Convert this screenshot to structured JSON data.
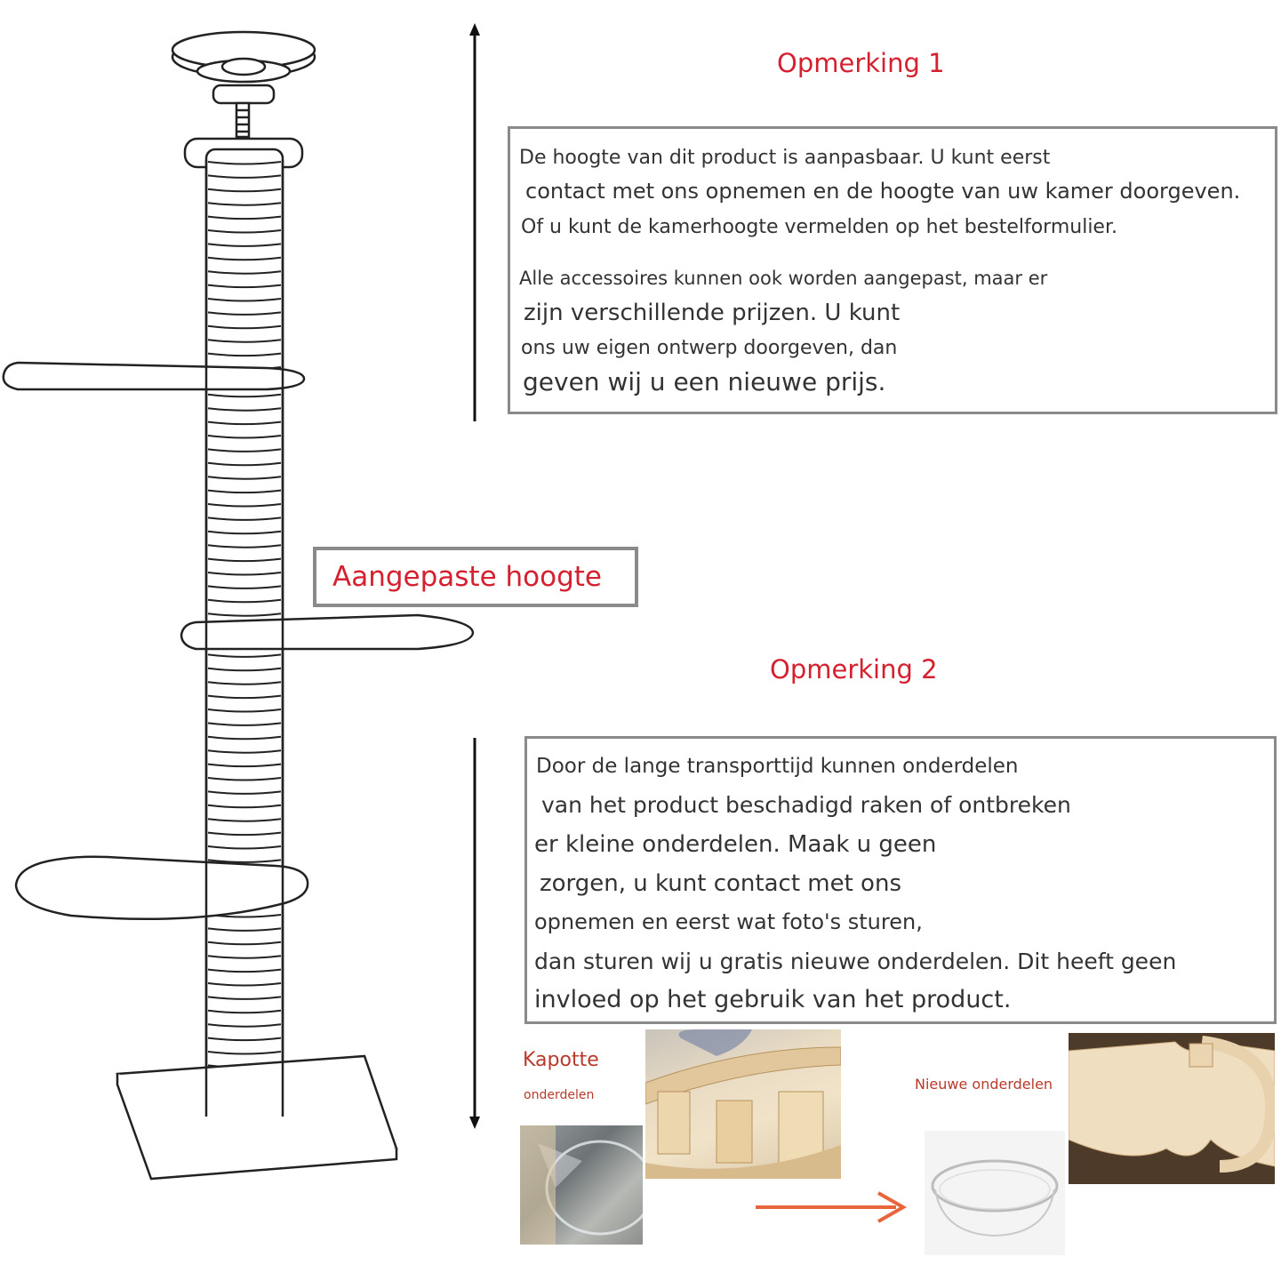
{
  "remark1": {
    "title": "Opmerking 1",
    "lines": [
      "De hoogte van dit product is aanpasbaar. U kunt eerst",
      "contact met ons opnemen en de hoogte van uw kamer doorgeven.",
      "Of u kunt de kamerhoogte vermelden op het bestelformulier.",
      "Alle accessoires kunnen ook worden aangepast, maar er",
      "zijn verschillende prijzen. U kunt",
      "ons uw eigen ontwerp doorgeven, dan",
      "geven wij u een nieuwe prijs."
    ]
  },
  "height_label": "Aangepaste hoogte",
  "remark2": {
    "title": "Opmerking 2",
    "lines": [
      "Door de lange transporttijd kunnen onderdelen",
      "van het product beschadigd raken of ontbreken",
      "er kleine onderdelen. Maak u geen",
      "zorgen, u kunt contact met ons",
      "opnemen en eerst wat foto's sturen,",
      "dan sturen wij u gratis nieuwe onderdelen. Dit heeft geen",
      "invloed op het gebruik van het product."
    ]
  },
  "broken_parts": {
    "title": "Kapotte",
    "subtitle": "onderdelen"
  },
  "new_parts": {
    "label": "Nieuwe onderdelen"
  },
  "colors": {
    "accent_red": "#d4202f",
    "box_border": "#8a8a8a",
    "arrow_orange": "#e8643a"
  },
  "icons": [
    "height-arrow-icon",
    "right-arrow-icon"
  ]
}
